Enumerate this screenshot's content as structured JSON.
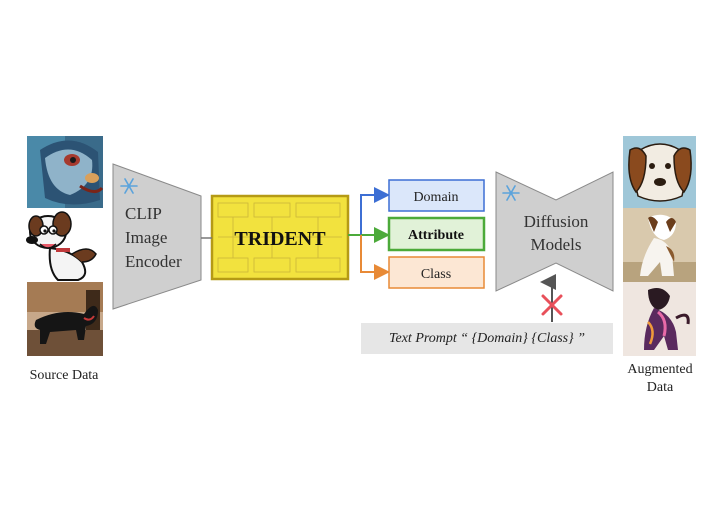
{
  "source": {
    "caption": "Source Data",
    "images": [
      "painted-dog-icon",
      "cartoon-dog-icon",
      "dachshund-photo-icon"
    ]
  },
  "encoder": {
    "title_line1": "CLIP",
    "title_line2": "Image",
    "title_line3": "Encoder",
    "frozen_icon": "snowflake-icon"
  },
  "trident": {
    "label": "TRIDENT"
  },
  "branches": {
    "domain": "Domain",
    "attribute": "Attribute",
    "class": "Class"
  },
  "diffusion": {
    "title_line1": "Diffusion",
    "title_line2": "Models",
    "frozen_icon": "snowflake-icon"
  },
  "prompt": {
    "text": "Text Prompt “ {Domain} {Class} ”",
    "blocked_icon": "cross-icon"
  },
  "augmented": {
    "caption_line1": "Augmented",
    "caption_line2": "Data",
    "images": [
      "cartoon-dog-icon",
      "sitting-dog-icon",
      "painted-sitting-dog-icon"
    ]
  },
  "colors": {
    "trident_fill": "#f2e23e",
    "trident_border": "#b59a15",
    "domain": "#3d6fd4",
    "domain_fill": "#dbe7fa",
    "attribute": "#4caa3a",
    "attribute_fill": "#e1f2d8",
    "class": "#e88a36",
    "class_fill": "#fce7d4",
    "block_gray": "#cfcfcf",
    "cross": "#e8505a"
  }
}
